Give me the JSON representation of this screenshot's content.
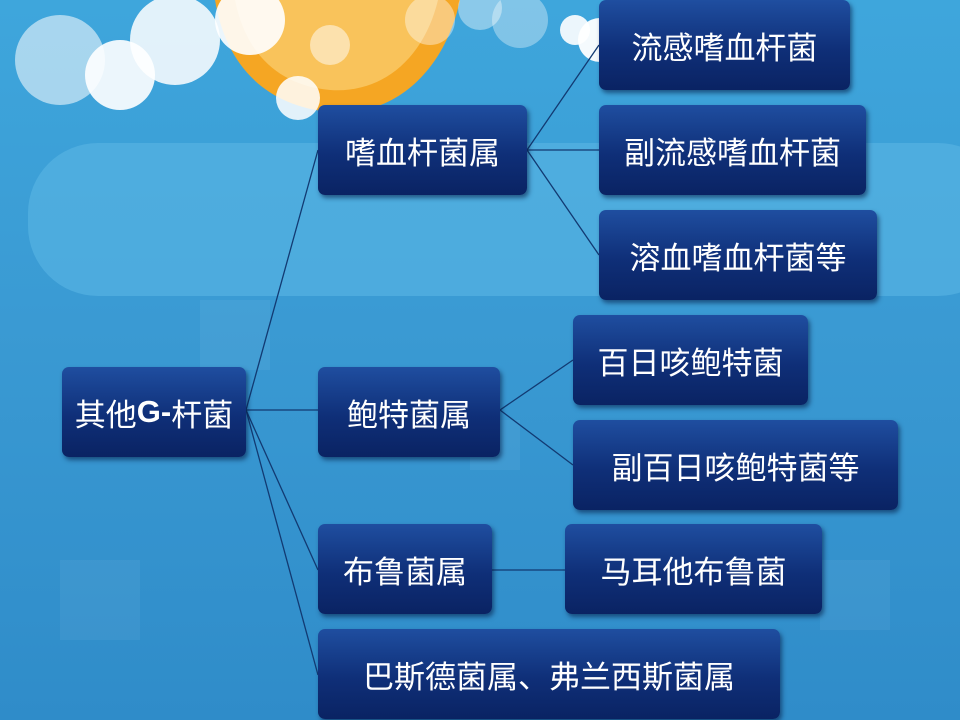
{
  "diagram": {
    "root": {
      "prefix": "其他",
      "emph": "G-",
      "suffix": "杆菌"
    },
    "genera": [
      {
        "label": "嗜血杆菌属",
        "species": [
          "流感嗜血杆菌",
          "副流感嗜血杆菌",
          "溶血嗜血杆菌等"
        ]
      },
      {
        "label": "鲍特菌属",
        "species": [
          "百日咳鲍特菌",
          "副百日咳鲍特菌等"
        ]
      },
      {
        "label": "布鲁菌属",
        "species": [
          "马耳他布鲁菌"
        ]
      },
      {
        "label": "巴斯德菌属、弗兰西斯菌属",
        "species": []
      }
    ]
  },
  "colors": {
    "node_top": "#1f4ea0",
    "node_bottom": "#0a2363",
    "connector": "#123a72",
    "background": "#3a9ad3",
    "sun": "#f5a623"
  }
}
